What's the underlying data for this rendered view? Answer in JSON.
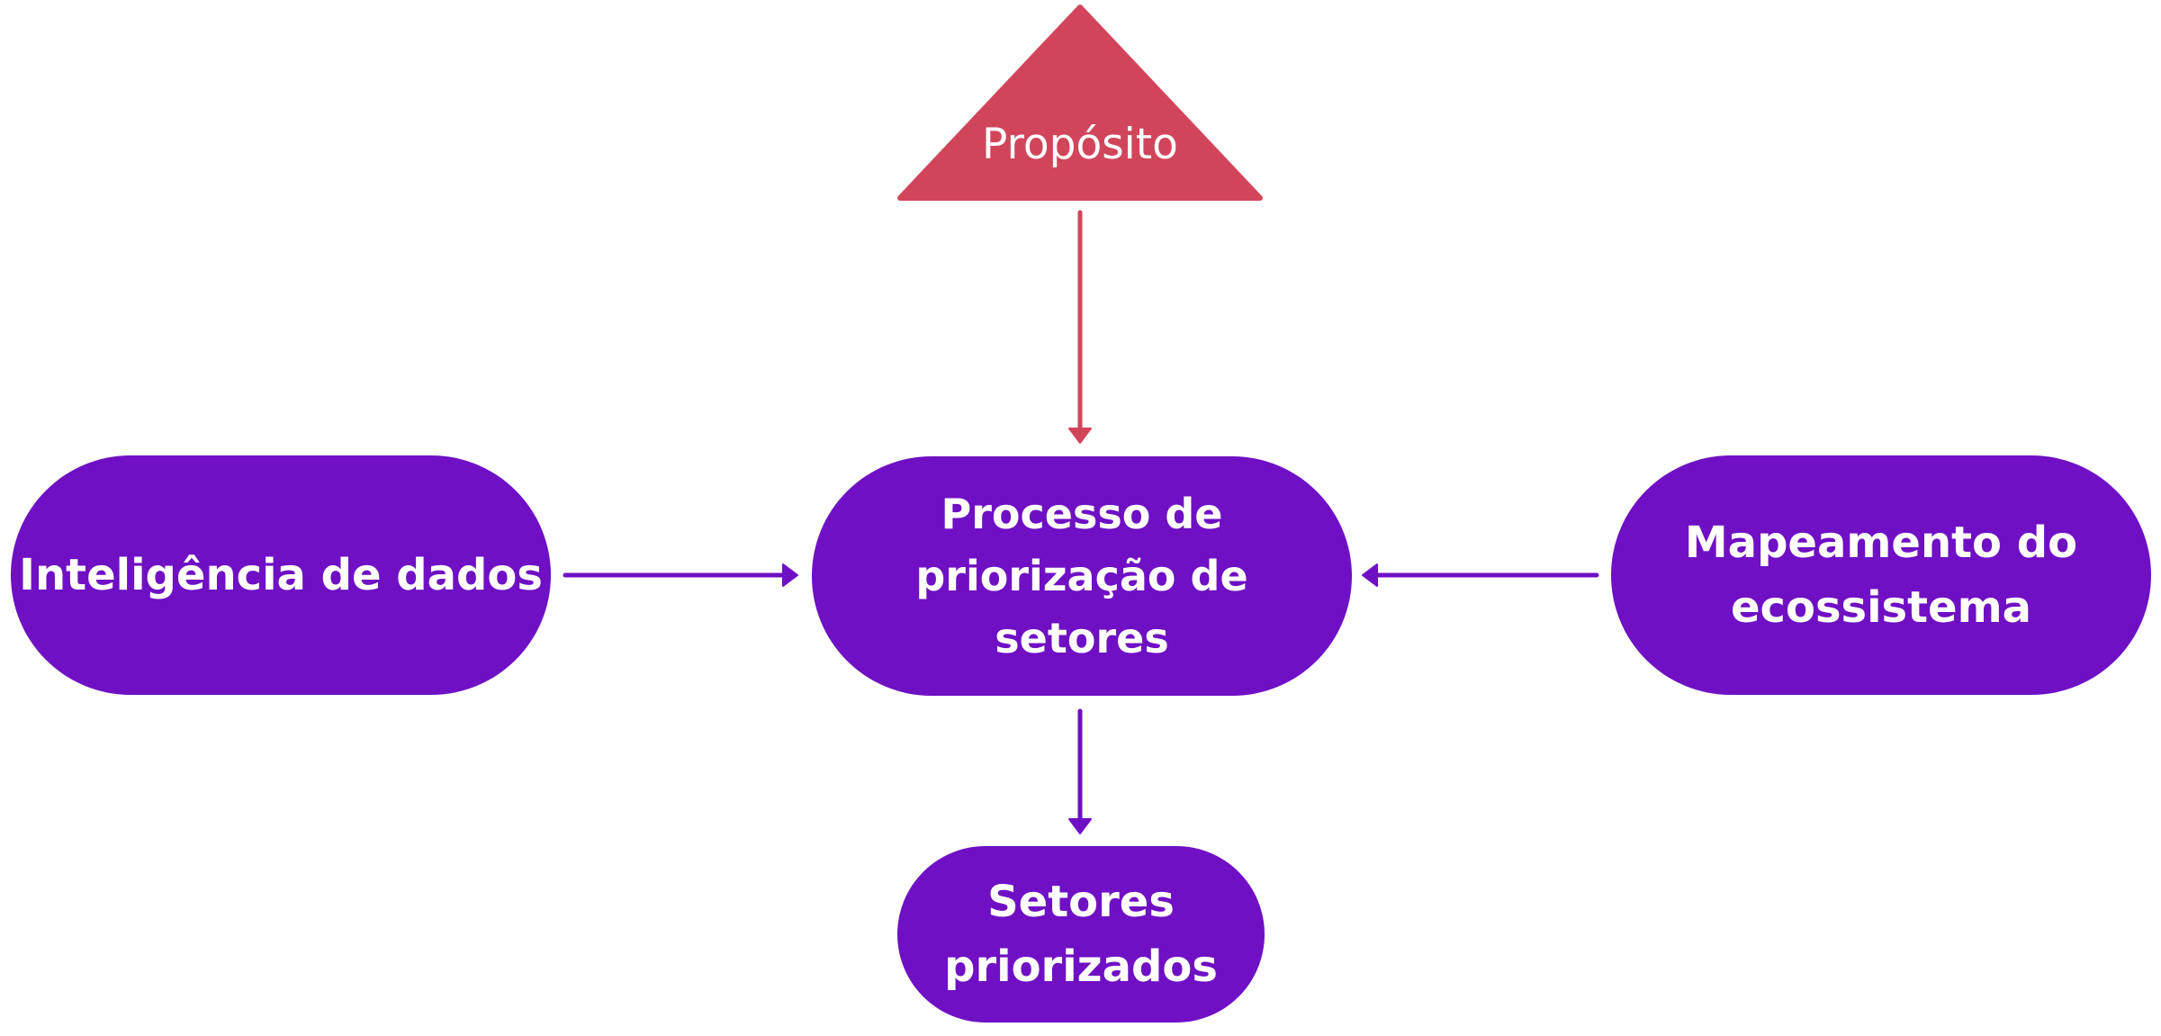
{
  "diagram": {
    "purpose": {
      "label": "Propósito"
    },
    "nodes": {
      "data_intelligence": {
        "label": "Inteligência de dados"
      },
      "process": {
        "line1": "Processo de",
        "line2": "priorização de setores"
      },
      "ecosystem": {
        "line1": "Mapeamento do",
        "line2": "ecossistema"
      },
      "result": {
        "line1": "Setores",
        "line2": "priorizados"
      }
    },
    "colors": {
      "node_fill": "#6f10c4",
      "purpose_fill": "#d1455a",
      "node_text": "#ffffff",
      "purpose_arrow": "#d1455a",
      "node_arrow": "#6f10c4"
    }
  }
}
